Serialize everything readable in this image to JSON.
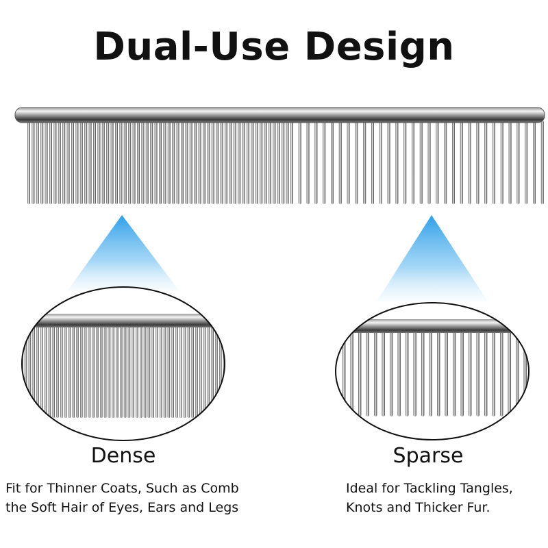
{
  "title": "Dual-Use Design",
  "dense": {
    "label": "Dense",
    "description_line1": "Fit for Thinner Coats, Such as Comb",
    "description_line2": "the Soft Hair of Eyes, Ears and Legs"
  },
  "sparse": {
    "label": "Sparse",
    "description_line1": "Ideal for Tackling Tangles,",
    "description_line2": "Knots and Thicker Fur."
  },
  "colors": {
    "spotlight": "#2f9fe8",
    "steel_light": "#f2f2f2",
    "steel_dark": "#4a4a4a"
  }
}
